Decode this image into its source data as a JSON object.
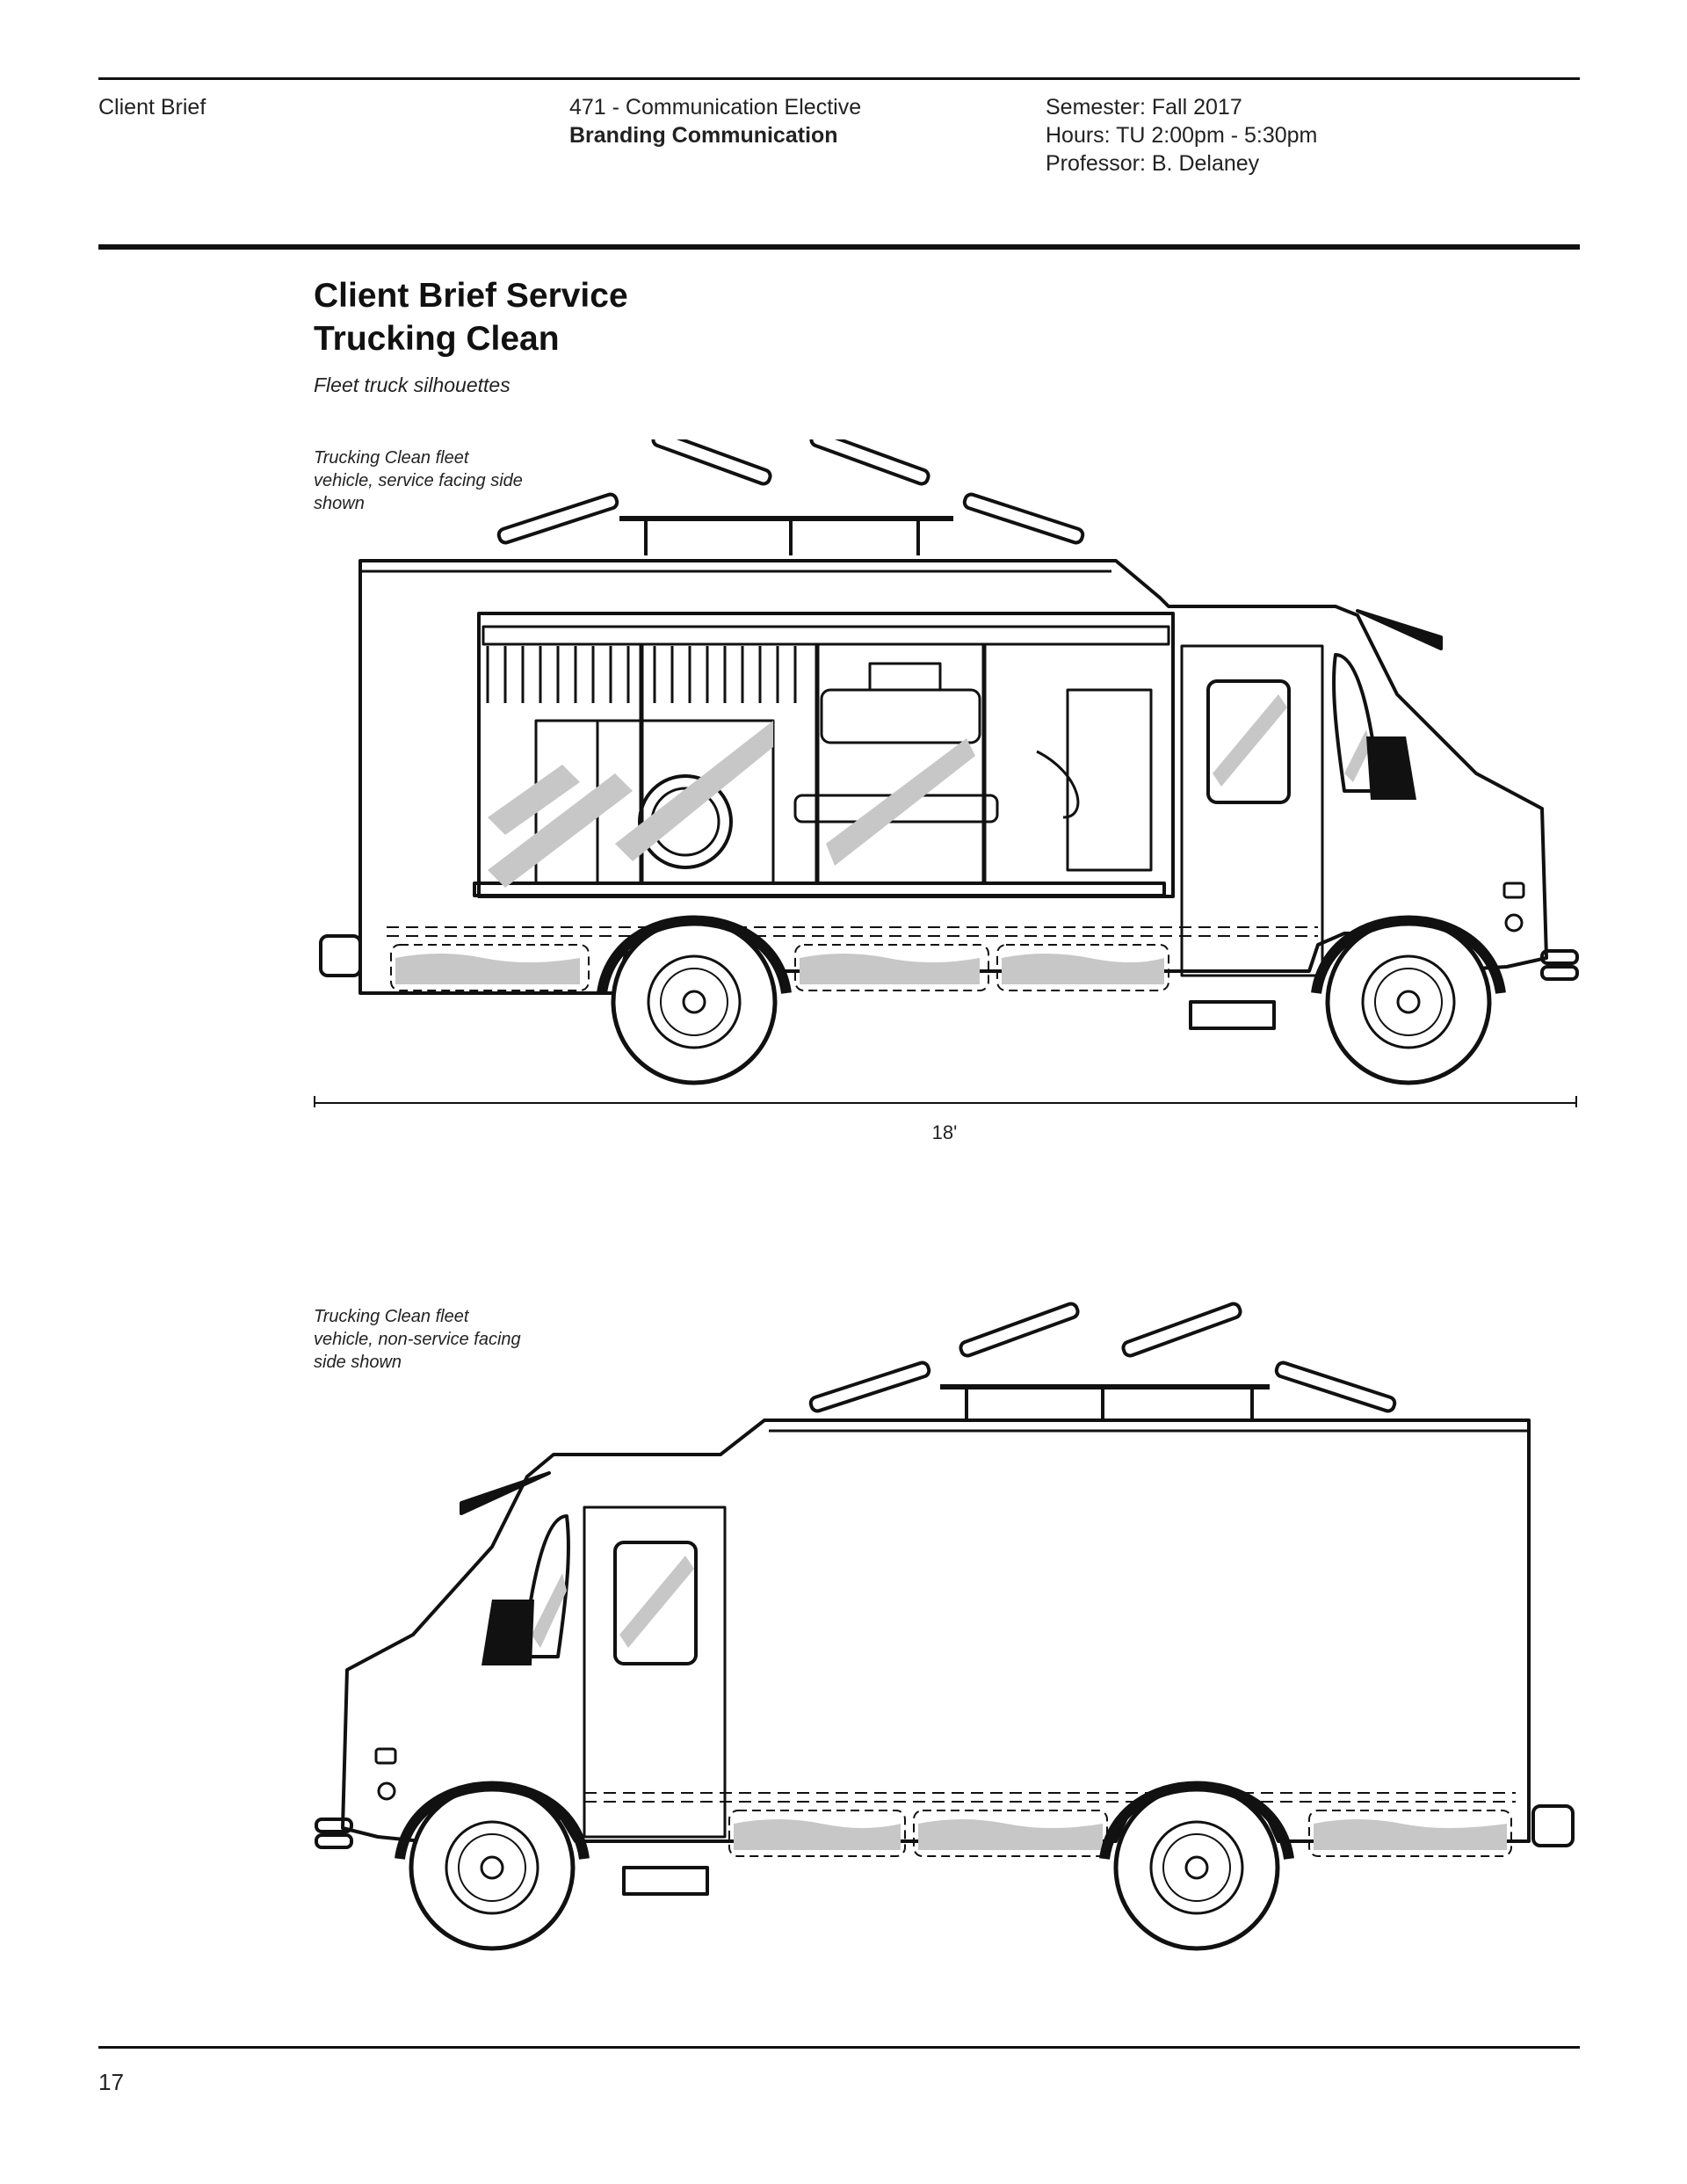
{
  "header": {
    "section": "Client Brief",
    "course_number": "471 - Communication Elective",
    "course_name": "Branding Communication",
    "semester": "Semester: Fall 2017",
    "hours": "Hours: TU  2:00pm - 5:30pm",
    "professor": "Professor: B. Delaney"
  },
  "title": {
    "line1": "Client Brief Service",
    "line2": "Trucking Clean"
  },
  "subtitle": "Fleet truck silhouettes",
  "figures": [
    {
      "caption": "Trucking Clean fleet vehicle, service facing side shown"
    },
    {
      "caption": "Trucking Clean fleet vehicle, non-service facing side shown"
    }
  ],
  "dimension": {
    "label": "18'"
  },
  "page_number": "17"
}
